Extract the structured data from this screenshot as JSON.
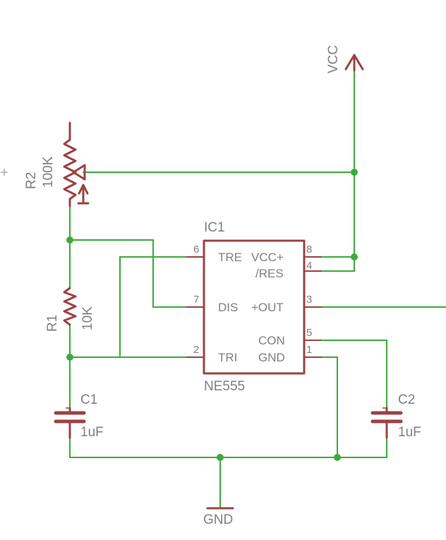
{
  "ic": {
    "name": "IC1",
    "value": "NE555"
  },
  "pins": {
    "tre": "TRE",
    "vcc": "VCC+",
    "res": "/RES",
    "dis": "DIS",
    "out": "+OUT",
    "con": "CON",
    "tri": "TRI",
    "gnd": "GND"
  },
  "pin_numbers": {
    "p6": "6",
    "p8": "8",
    "p4": "4",
    "p7": "7",
    "p3": "3",
    "p5": "5",
    "p2": "2",
    "p1": "1"
  },
  "r2": {
    "name": "R2",
    "value": "100K"
  },
  "r1": {
    "name": "R1",
    "value": "10K"
  },
  "c1": {
    "name": "C1",
    "value": "1uF"
  },
  "c2": {
    "name": "C2",
    "value": "1uF"
  },
  "supply": "VCC",
  "ground": "GND",
  "colors": {
    "wire": "#3fa93f",
    "part": "#9b4343",
    "label": "#808080"
  }
}
